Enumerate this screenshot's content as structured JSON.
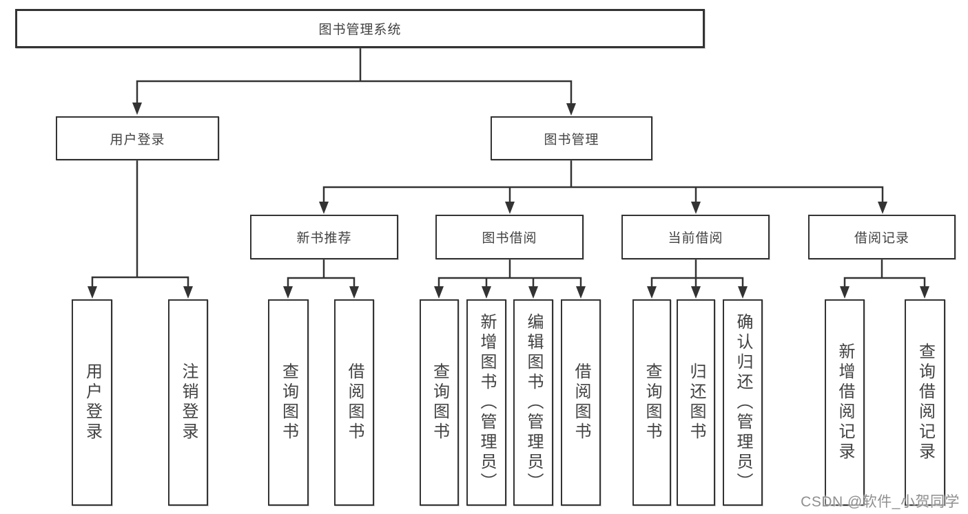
{
  "page": {
    "background": "#ffffff"
  },
  "colors": {
    "line": "#333333",
    "box_border": "#333333",
    "box_background": "#ffffff",
    "text": "#424242",
    "watermark": "#8f8f8f"
  },
  "watermark": {
    "text": "CSDN @软件_小贺同学"
  },
  "tree": {
    "label": "图书管理系统",
    "children": [
      {
        "label": "用户登录",
        "children": [
          {
            "label": "用户登录"
          },
          {
            "label": "注销登录"
          }
        ]
      },
      {
        "label": "图书管理",
        "children": [
          {
            "label": "新书推荐",
            "children": [
              {
                "label": "查询图书"
              },
              {
                "label": "借阅图书"
              }
            ]
          },
          {
            "label": "图书借阅",
            "children": [
              {
                "label": "查询图书"
              },
              {
                "label": "新增图书（管理员）"
              },
              {
                "label": "编辑图书（管理员）"
              },
              {
                "label": "借阅图书"
              }
            ]
          },
          {
            "label": "当前借阅",
            "children": [
              {
                "label": "查询图书"
              },
              {
                "label": "归还图书"
              },
              {
                "label": "确认归还（管理员）"
              }
            ]
          },
          {
            "label": "借阅记录",
            "children": [
              {
                "label": "新增借阅记录"
              },
              {
                "label": "查询借阅记录"
              }
            ]
          }
        ]
      }
    ]
  }
}
